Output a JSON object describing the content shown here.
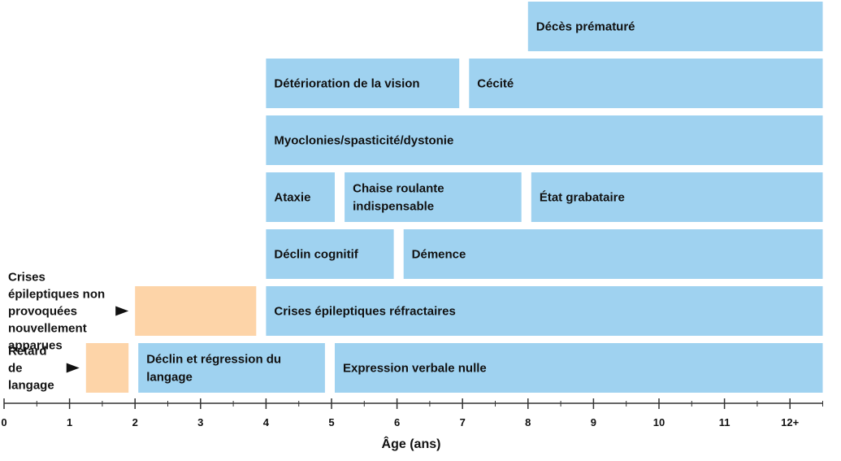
{
  "chart_data": {
    "type": "bar",
    "subtype": "timeline",
    "title": "",
    "xlabel": "Âge (ans)",
    "ylabel": "",
    "xlim": [
      0,
      12.5
    ],
    "ticks": [
      {
        "value": 0,
        "label": "0"
      },
      {
        "value": 1,
        "label": "1"
      },
      {
        "value": 2,
        "label": "2"
      },
      {
        "value": 3,
        "label": "3"
      },
      {
        "value": 4,
        "label": "4"
      },
      {
        "value": 5,
        "label": "5"
      },
      {
        "value": 6,
        "label": "6"
      },
      {
        "value": 7,
        "label": "7"
      },
      {
        "value": 8,
        "label": "8"
      },
      {
        "value": 9,
        "label": "9"
      },
      {
        "value": 10,
        "label": "10"
      },
      {
        "value": 11,
        "label": "11"
      },
      {
        "value": 12,
        "label": "12+"
      }
    ],
    "minor_ticks": true,
    "grid": false,
    "colors": {
      "early": "#fdd4a8",
      "progression": "#9fd2f0",
      "text": "#111111",
      "axis": "#333333"
    },
    "rows": [
      {
        "bars": [
          {
            "label": "Décès prématuré",
            "start": 8.0,
            "end": 12.5,
            "kind": "progression"
          }
        ]
      },
      {
        "bars": [
          {
            "label": "Détérioration de la vision",
            "start": 4.0,
            "end": 6.95,
            "kind": "progression"
          },
          {
            "label": "Cécité",
            "start": 7.1,
            "end": 12.5,
            "kind": "progression"
          }
        ]
      },
      {
        "bars": [
          {
            "label": "Myoclonies/spasticité/dystonie",
            "start": 4.0,
            "end": 12.5,
            "kind": "progression"
          }
        ]
      },
      {
        "bars": [
          {
            "label": "Ataxie",
            "start": 4.0,
            "end": 5.05,
            "kind": "progression"
          },
          {
            "label": "Chaise roulante indispensable",
            "start": 5.2,
            "end": 7.9,
            "kind": "progression"
          },
          {
            "label": "État grabataire",
            "start": 8.05,
            "end": 12.5,
            "kind": "progression"
          }
        ]
      },
      {
        "bars": [
          {
            "label": "Déclin cognitif",
            "start": 4.0,
            "end": 5.95,
            "kind": "progression"
          },
          {
            "label": "Démence",
            "start": 6.1,
            "end": 12.5,
            "kind": "progression"
          }
        ]
      },
      {
        "side_label": "Crises épileptiques non provoquées nouvellement apparues",
        "bars": [
          {
            "label": "",
            "start": 2.0,
            "end": 3.85,
            "kind": "early"
          },
          {
            "label": "Crises épileptiques réfractaires",
            "start": 4.0,
            "end": 12.5,
            "kind": "progression"
          }
        ]
      },
      {
        "side_label": "Retard de langage",
        "bars": [
          {
            "label": "",
            "start": 1.25,
            "end": 1.9,
            "kind": "early"
          },
          {
            "label": "Déclin et régression du langage",
            "start": 2.05,
            "end": 4.9,
            "kind": "progression"
          },
          {
            "label": "Expression verbale nulle",
            "start": 5.05,
            "end": 12.5,
            "kind": "progression"
          }
        ]
      }
    ]
  }
}
